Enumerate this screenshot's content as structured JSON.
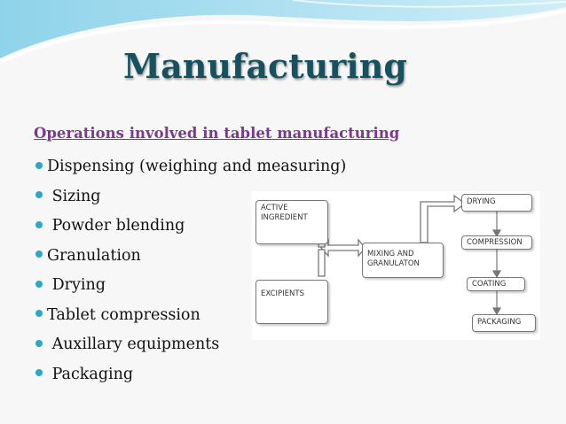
{
  "title": "Manufacturing",
  "subtitle": "Operations involved in tablet manufacturing",
  "bullets": [
    "Dispensing (weighing and measuring)",
    " Sizing",
    " Powder blending",
    "Granulation",
    " Drying",
    "Tablet compression",
    " Auxillary equipments",
    " Packaging"
  ],
  "diagram": {
    "active_ingredient": "ACTIVE\nINGREDIENT",
    "excipients": "EXCIPIENTS",
    "mixing": "MIXING AND\nGRANULATON",
    "drying": "DRYING",
    "compression": "COMPRESSION",
    "coating": "COATING",
    "packaging": "PACKAGING"
  },
  "colors": {
    "title": "#17515f",
    "subtitle": "#7a3c8a",
    "bullet": "#2aa7c9"
  }
}
